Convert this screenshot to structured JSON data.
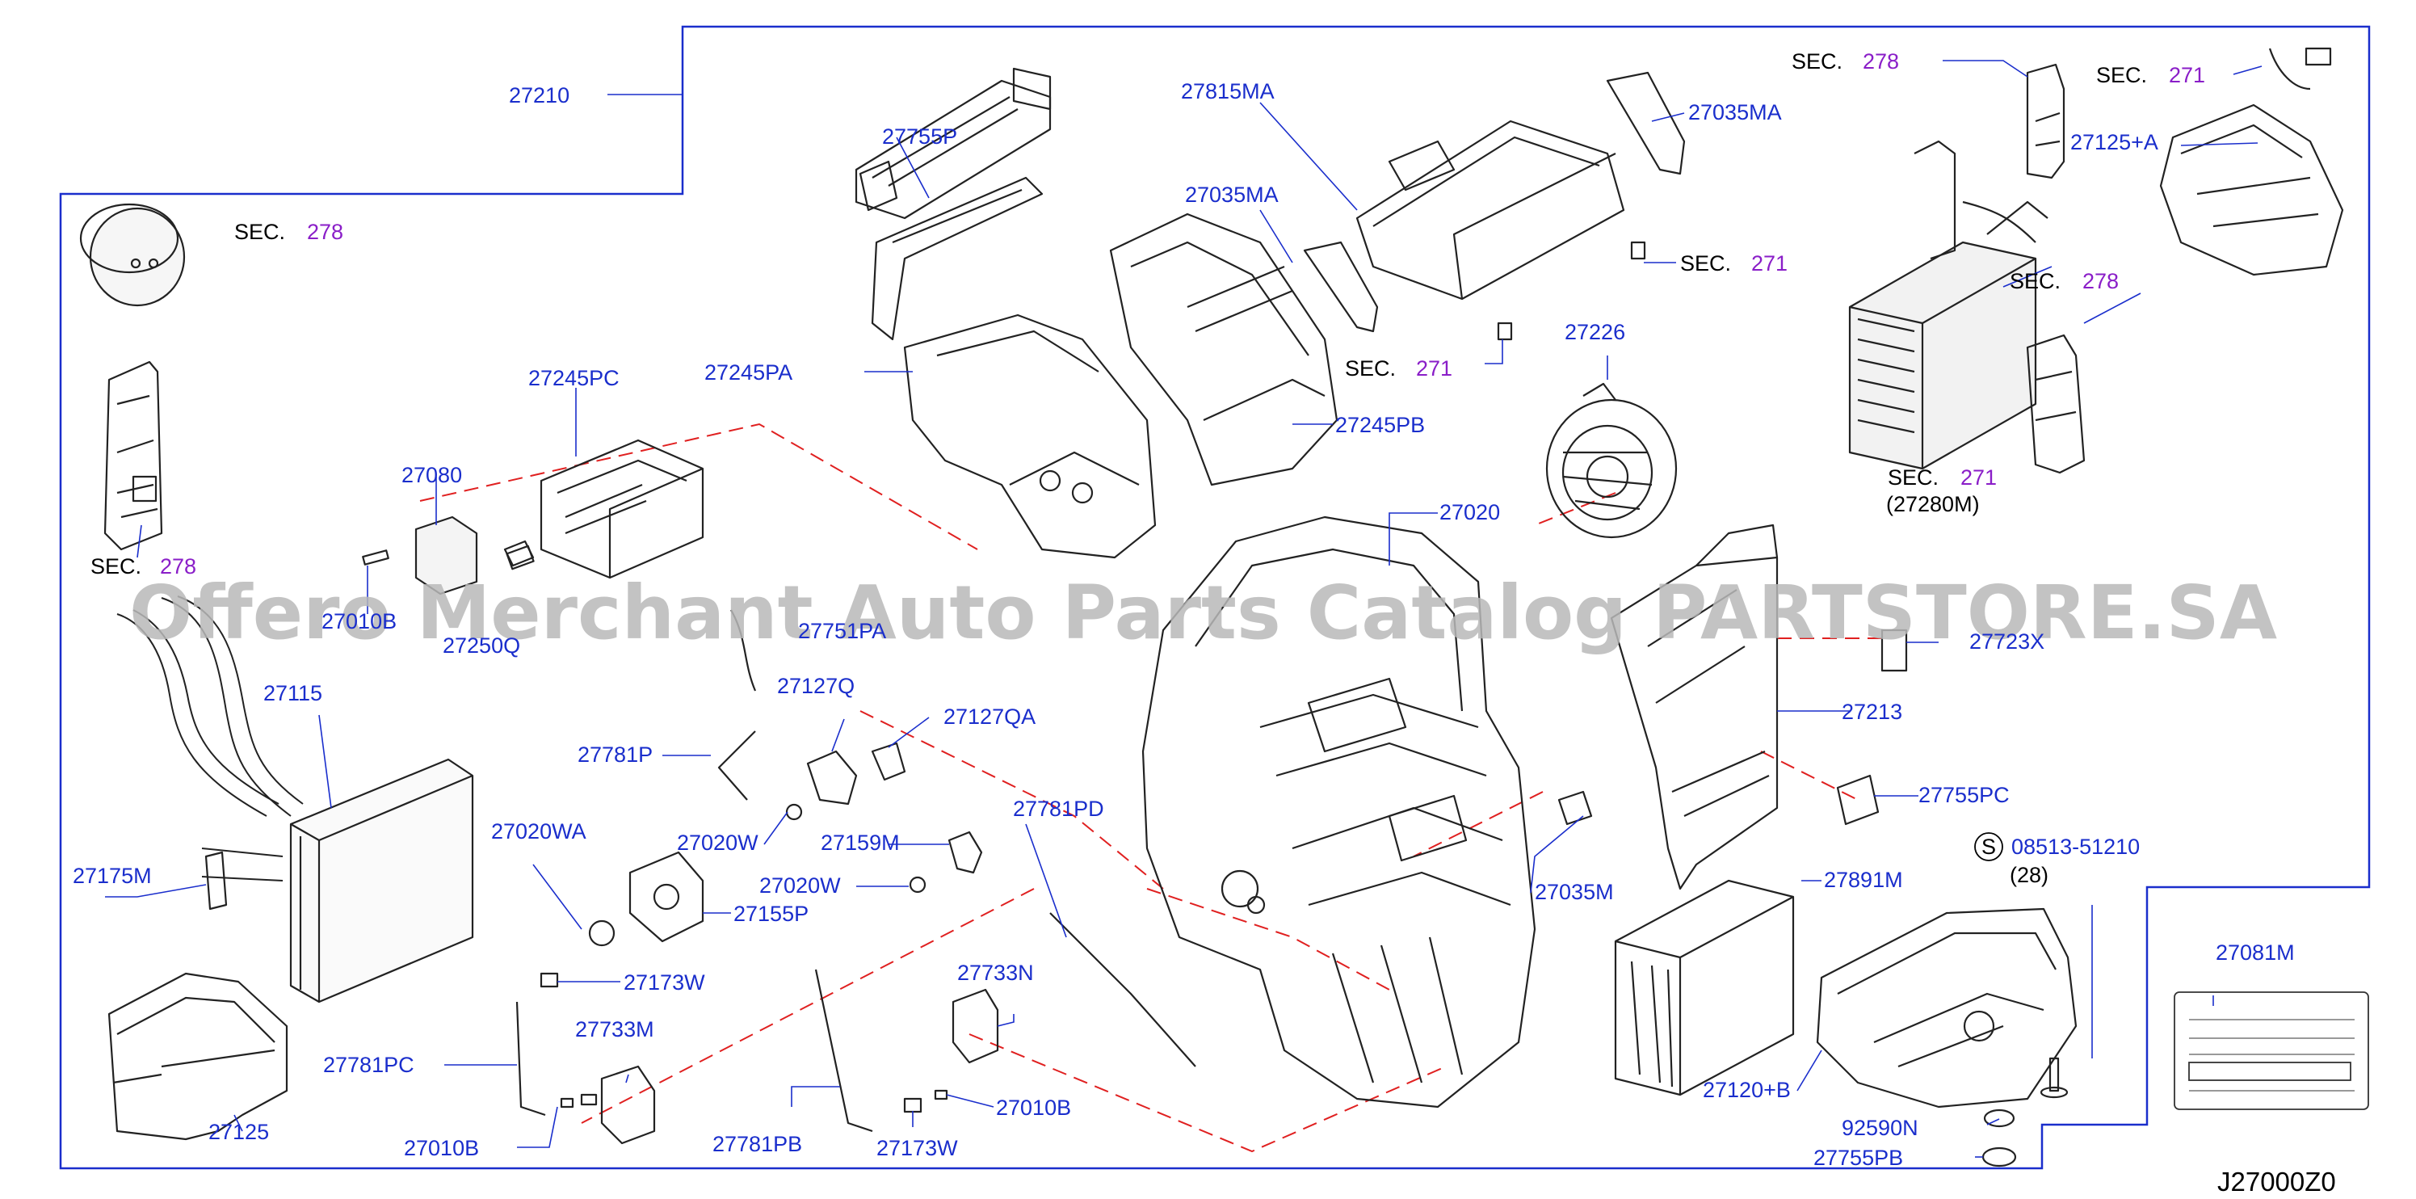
{
  "colors": {
    "label": "#1a2ecc",
    "sec_ref": "#8a1ec8",
    "sec_word": "#000000",
    "frame": "#1a2ecc",
    "dash": "#e02020",
    "part": "#222222",
    "watermark": "#b8b8b8"
  },
  "watermark": "Offero Merchant Auto Parts Catalog PARTSTORE.SA",
  "diagram_code": "J27000Z0",
  "sec_word": "SEC.",
  "labels": {
    "p27210": "27210",
    "p27755P": "27755P",
    "p27815MA": "27815MA",
    "p27035MA_a": "27035MA",
    "p27035MA_b": "27035MA",
    "p27245PA": "27245PA",
    "p27245PB": "27245PB",
    "p27245PC": "27245PC",
    "p27226": "27226",
    "p27080": "27080",
    "p27010B_a": "27010B",
    "p27250Q": "27250Q",
    "p27751PA": "27751PA",
    "p27020": "27020",
    "p27125A": "27125+A",
    "p27280M": "(27280M)",
    "p27115": "27115",
    "p27127Q": "27127Q",
    "p27127QA": "27127QA",
    "p27781P": "27781P",
    "p27213": "27213",
    "p27755PC": "27755PC",
    "p27723X": "27723X",
    "p27020WA": "27020WA",
    "p27020W_a": "27020W",
    "p27159M": "27159M",
    "p27781PD": "27781PD",
    "p27020W_b": "27020W",
    "p27175M": "27175M",
    "p27155P": "27155P",
    "p27035M": "27035M",
    "p27891M": "27891M",
    "p08513": "08513-51210",
    "p28": "(28)",
    "s_mark": "S",
    "p27173W_a": "27173W",
    "p27733N": "27733N",
    "p27081M": "27081M",
    "p27733M": "27733M",
    "p27781PC": "27781PC",
    "p27010B_b": "27010B",
    "p27120B": "27120+B",
    "p27125": "27125",
    "p27010B_c": "27010B",
    "p27781PB": "27781PB",
    "p27173W_b": "27173W",
    "p92590N": "92590N",
    "p27755PB": "27755PB"
  },
  "sec_refs": {
    "s1": "278",
    "s2": "278",
    "s3": "271",
    "s4": "271",
    "s5": "271",
    "s6": "278",
    "s7": "271",
    "s8": "278"
  }
}
